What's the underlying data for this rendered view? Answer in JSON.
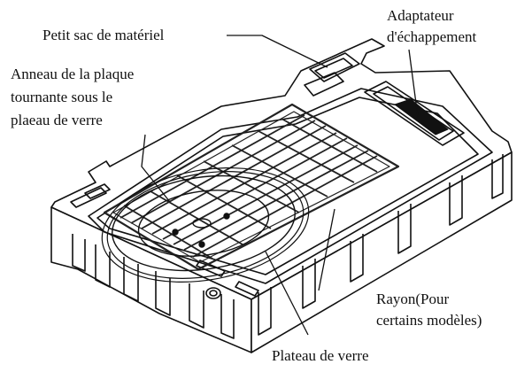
{
  "diagram": {
    "labels": {
      "material_bag": "Petit sac de matériel",
      "exhaust_adapter_line1": "Adaptateur",
      "exhaust_adapter_line2": "d'échappement",
      "ring_line1": "Anneau de la plaque",
      "ring_line2": "tournante sous le",
      "ring_line3": "plaeau de verre",
      "rack_line1": "Rayon(Pour",
      "rack_line2": "certains modèles)",
      "glass_tray": "Plateau de verre"
    },
    "colors": {
      "ink": "#111111",
      "foam_face": "#ffffff",
      "grid": "#222222"
    }
  }
}
